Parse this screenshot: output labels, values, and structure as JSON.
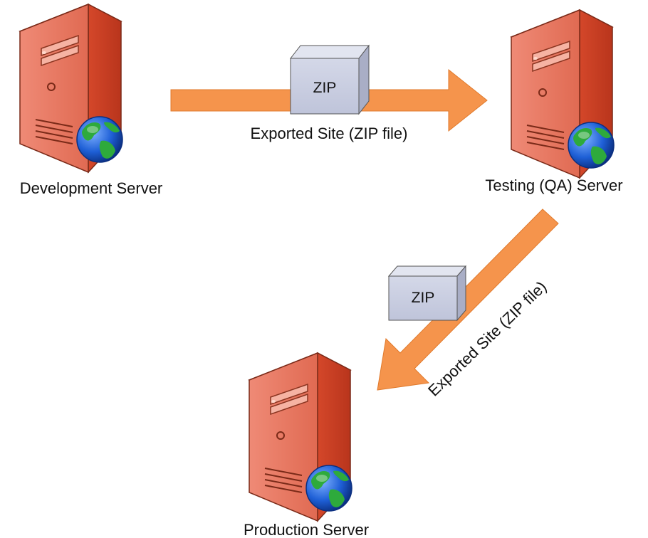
{
  "servers": {
    "development": {
      "label": "Development Server"
    },
    "testing": {
      "label": "Testing (QA) Server"
    },
    "production": {
      "label": "Production Server"
    }
  },
  "transfers": {
    "dev_to_qa": {
      "package_label": "ZIP",
      "caption": "Exported Site (ZIP file)"
    },
    "qa_to_prod": {
      "package_label": "ZIP",
      "caption": "Exported Site (ZIP file)"
    }
  },
  "colors": {
    "server_front": "#e8745f",
    "server_side": "#cf4426",
    "server_top": "#f0a08e",
    "arrow": "#f5944c",
    "package_face": "#c8cde0",
    "globe_ocean": "#1e5fd6",
    "globe_land": "#2eaa3c"
  },
  "icons": {
    "server": "server-tower-icon",
    "globe": "globe-icon",
    "package": "zip-box-icon",
    "arrow": "arrow-icon"
  }
}
